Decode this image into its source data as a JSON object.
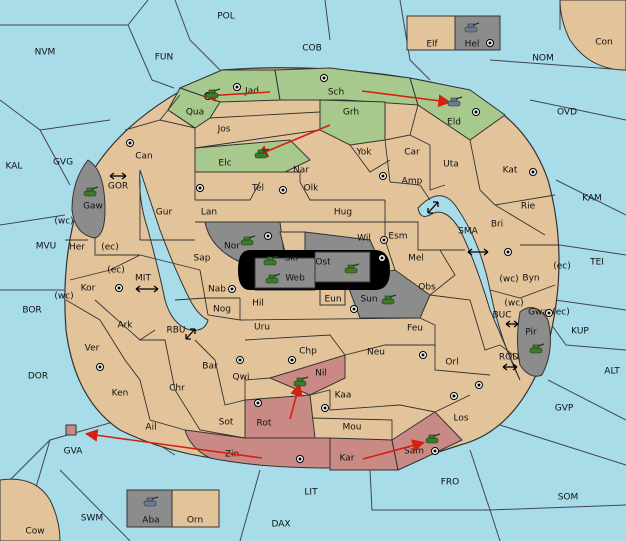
{
  "colors": {
    "sea": "#a8dce8",
    "land": "#e3c49a",
    "green_power": "#a8c98d",
    "red_power": "#c98a86",
    "grey_power": "#8c8c8c",
    "arrow": "#d61f10"
  },
  "sea_labels": {
    "POL": "POL",
    "COB": "COB",
    "NOM": "NOM",
    "Con": "Con",
    "NVM": "NVM",
    "FUN": "FUN",
    "OVD": "OVD",
    "KAL": "KAL",
    "GVG": "GVG",
    "KAM": "KAM",
    "MVU": "MVU",
    "TEI": "TEI",
    "BOR": "BOR",
    "KUP": "KUP",
    "ALT": "ALT",
    "DOR": "DOR",
    "GVP": "GVP",
    "GVA": "GVA",
    "FRO": "FRO",
    "SOM": "SOM",
    "LIT": "LIT",
    "SWM": "SWM",
    "DAX": "DAX",
    "Cow": "Cow",
    "GOR": "GOR",
    "MIT": "MIT",
    "RBU": "RBU",
    "SMA": "SMA",
    "BUC": "BUC",
    "ROD": "ROD"
  },
  "land_labels": {
    "Elf": "Elf",
    "Hel": "Hel",
    "Aba": "Aba",
    "Orn": "Orn",
    "Jad": "Jad",
    "Sch": "Sch",
    "Qua": "Qua",
    "Eld": "Eld",
    "Grh": "Grh",
    "Jos": "Jos",
    "Can": "Can",
    "Elc": "Elc",
    "Yok": "Yok",
    "Car": "Car",
    "Uta": "Uta",
    "Nar": "Nar",
    "Kat": "Kat",
    "Amp": "Amp",
    "Tel": "Tel",
    "Olk": "Olk",
    "Gaw": "Gaw",
    "Gur": "Gur",
    "Lan": "Lan",
    "Hug": "Hug",
    "Rie": "Rie",
    "Bri": "Bri",
    "Wil": "Wil",
    "Esm": "Esm",
    "Nor": "Nor",
    "Her": "Her",
    "Skr": "Skr",
    "Mel": "Mel",
    "Sap": "Sap",
    "Ost": "Ost",
    "Web": "Web",
    "Byn": "Byn",
    "Kor": "Kor",
    "Nab": "Nab",
    "Obs": "Obs",
    "Eun": "Eun",
    "Sun": "Sun",
    "Gwa": "Gwa",
    "Hil": "Hil",
    "Nog": "Nog",
    "Ark": "Ark",
    "Uru": "Uru",
    "Feu": "Feu",
    "Pir": "Pir",
    "Chp": "Chp",
    "Neu": "Neu",
    "Ver": "Ver",
    "Bar": "Bar",
    "Qwi": "Qwi",
    "Nil": "Nil",
    "Orl": "Orl",
    "Ken": "Ken",
    "Chr": "Chr",
    "Kaa": "Kaa",
    "Rot": "Rot",
    "Sot": "Sot",
    "Los": "Los",
    "Ail": "Ail",
    "Mou": "Mou",
    "Zin": "Zin",
    "Kar": "Kar",
    "Sam": "Sam"
  },
  "coast_labels": {
    "wc": "(wc)",
    "ec": "(ec)"
  }
}
